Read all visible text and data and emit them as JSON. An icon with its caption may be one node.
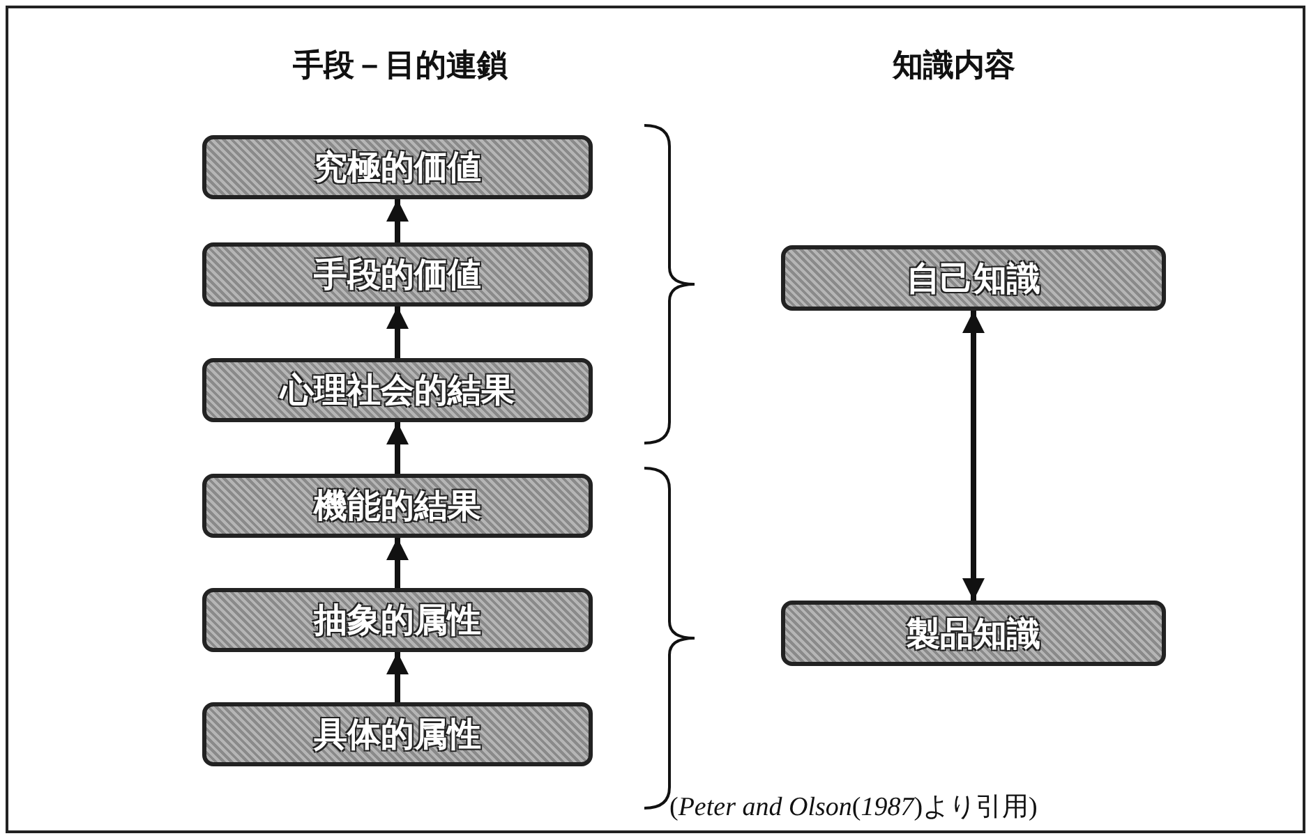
{
  "diagram": {
    "caption": "(*Peter and Olson*(*1987*)より引用)",
    "nodes": [
      {
        "text": [
          "究極的価値"
        ]
      },
      {
        "text": [
          "手段的価値"
        ]
      },
      {
        "text": [
          "心理社会的結果"
        ]
      },
      {
        "text": [
          "機能的結果"
        ]
      },
      {
        "text": [
          "抽象的属性"
        ]
      },
      {
        "text": [
          "具体的属性"
        ]
      },
      {
        "text": [
          "自己知識"
        ]
      },
      {
        "text": [
          "製品知識"
        ]
      }
    ],
    "edges": [
      {
        "from": 5,
        "to": 4,
        "arrow": "to"
      },
      {
        "from": 4,
        "to": 3,
        "arrow": "to"
      },
      {
        "from": 3,
        "to": 2,
        "arrow": "to"
      },
      {
        "from": 2,
        "to": 1,
        "arrow": "to"
      },
      {
        "from": 1,
        "to": 0,
        "arrow": "to"
      },
      {
        "from": 6,
        "to": 7,
        "arrow": "both"
      }
    ],
    "labels": [
      "手段－目的連鎖",
      "知識内容"
    ]
  }
}
